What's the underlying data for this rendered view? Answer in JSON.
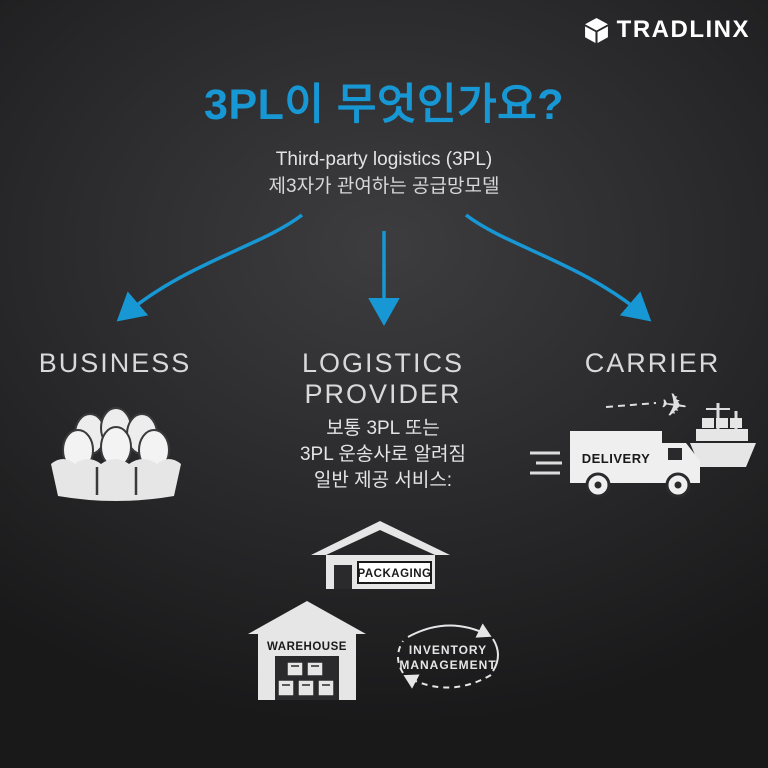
{
  "brand": {
    "name": "TRADLINX",
    "icon": "cube-icon"
  },
  "title": "3PL이 무엇인가요?",
  "subtitle": {
    "line1": "Third-party logistics (3PL)",
    "line2": "제3자가 관여하는 공급망모델"
  },
  "columns": [
    {
      "id": "business",
      "label": "BUSINESS",
      "icon": "egg-carton-icon"
    },
    {
      "id": "logistics-provider",
      "label": "LOGISTICS PROVIDER",
      "label_line1": "LOGISTICS",
      "label_line2": "PROVIDER",
      "description": [
        "보통 3PL 또는",
        "3PL 운송사로 알려짐",
        "일반 제공 서비스:"
      ],
      "services": [
        {
          "label": "PACKAGING",
          "icon": "packaging-house-icon"
        },
        {
          "label": "WAREHOUSE",
          "icon": "warehouse-icon"
        },
        {
          "label": "INVENTORY MANAGEMENT",
          "label_line1": "INVENTORY",
          "label_line2": "MANAGEMENT",
          "icon": "inventory-cycle-icon"
        }
      ]
    },
    {
      "id": "carrier",
      "label": "CARRIER",
      "icon": "delivery-truck-icon",
      "truck_label": "DELIVERY"
    }
  ],
  "colors": {
    "accent_blue": "#1798D5",
    "background_dark": "#2C2C2E",
    "text_light": "#E3E3E3",
    "icon_light": "#E6E6E6"
  }
}
